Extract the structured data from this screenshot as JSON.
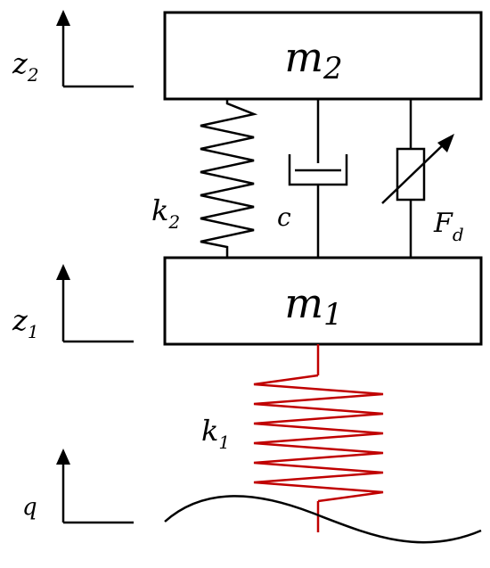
{
  "masses": {
    "upper": {
      "base": "m",
      "sub": "2"
    },
    "lower": {
      "base": "m",
      "sub": "1"
    }
  },
  "displacements": {
    "upper": {
      "base": "z",
      "sub": "2"
    },
    "lower": {
      "base": "z",
      "sub": "1"
    },
    "road": {
      "base": "q",
      "sub": ""
    }
  },
  "elements": {
    "spring_upper": {
      "base": "k",
      "sub": "2"
    },
    "damper": {
      "base": "c",
      "sub": ""
    },
    "actuator": {
      "base": "F",
      "sub": "d"
    },
    "spring_lower": {
      "base": "k",
      "sub": "1"
    }
  },
  "colors": {
    "line": "#000000",
    "tire_spring": "#c00000"
  }
}
